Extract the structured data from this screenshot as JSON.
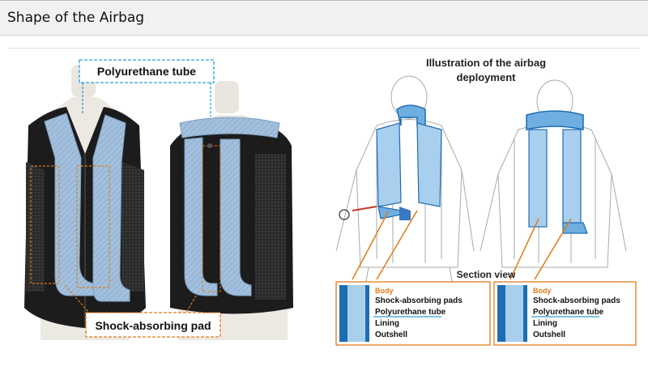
{
  "header": {
    "title": "Shape of the Airbag"
  },
  "photo": {
    "label_tube": "Polyurethane tube",
    "label_pad": "Shock-absorbing pad"
  },
  "diagram": {
    "title_line1": "Illustration of the airbag",
    "title_line2": "deployment",
    "section_view": "Section view",
    "legend": {
      "body": "Body",
      "pads": "Shock-absorbing pads",
      "tube": "Polyurethane tube",
      "lining": "Lining",
      "outshell": "Outshell"
    }
  },
  "colors": {
    "tube_blue": "#8fb3d6",
    "callout_blue": "#2a9fd8",
    "callout_orange": "#e07b1a",
    "vest_black": "#1c1c1c"
  }
}
